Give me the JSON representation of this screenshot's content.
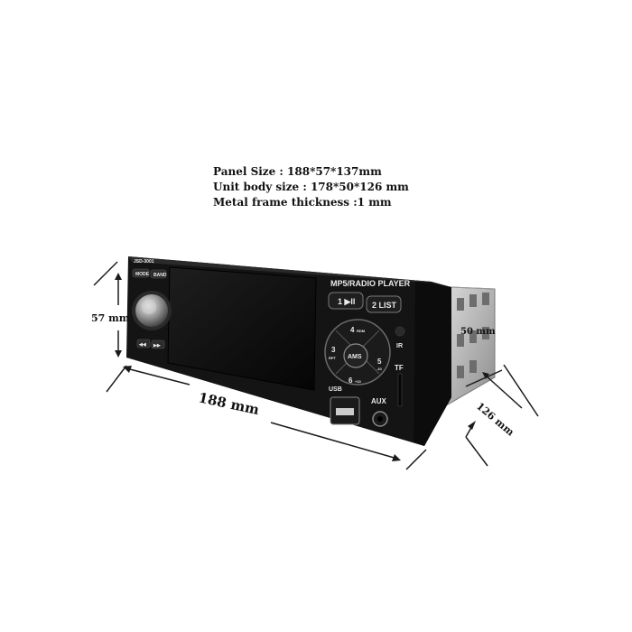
{
  "specs": {
    "panel_size": "Panel Size : 188*57*137mm",
    "body_size": "Unit body size : 178*50*126 mm",
    "frame_thickness": "Metal frame thickness :1 mm"
  },
  "dimensions": {
    "height": "57 mm",
    "width": "188 mm",
    "body_height": "50 mm",
    "depth": "126 mm"
  },
  "device": {
    "model_label": "JSD-3001",
    "panel_title": "MP5/RADIO PLAYER",
    "mode_label": "MODE",
    "band_label": "BAND",
    "btn1_label": "1 ▶II",
    "btn2_label": "2 LIST",
    "btn3_label": "3",
    "btn3_sub": "RPT",
    "btn4_label": "4",
    "btn4_sub": "RDM",
    "btn5_label": "5",
    "btn5_sub": "-10",
    "btn6_label": "6",
    "btn6_sub": "+10",
    "ams_label": "AMS",
    "ir_label": "IR",
    "tf_label": "TF",
    "usb_label": "USB",
    "aux_label": "AUX"
  },
  "colors": {
    "device_body": "#141414",
    "screen": "#0a0a0a",
    "chassis": "#bdbdbd"
  }
}
